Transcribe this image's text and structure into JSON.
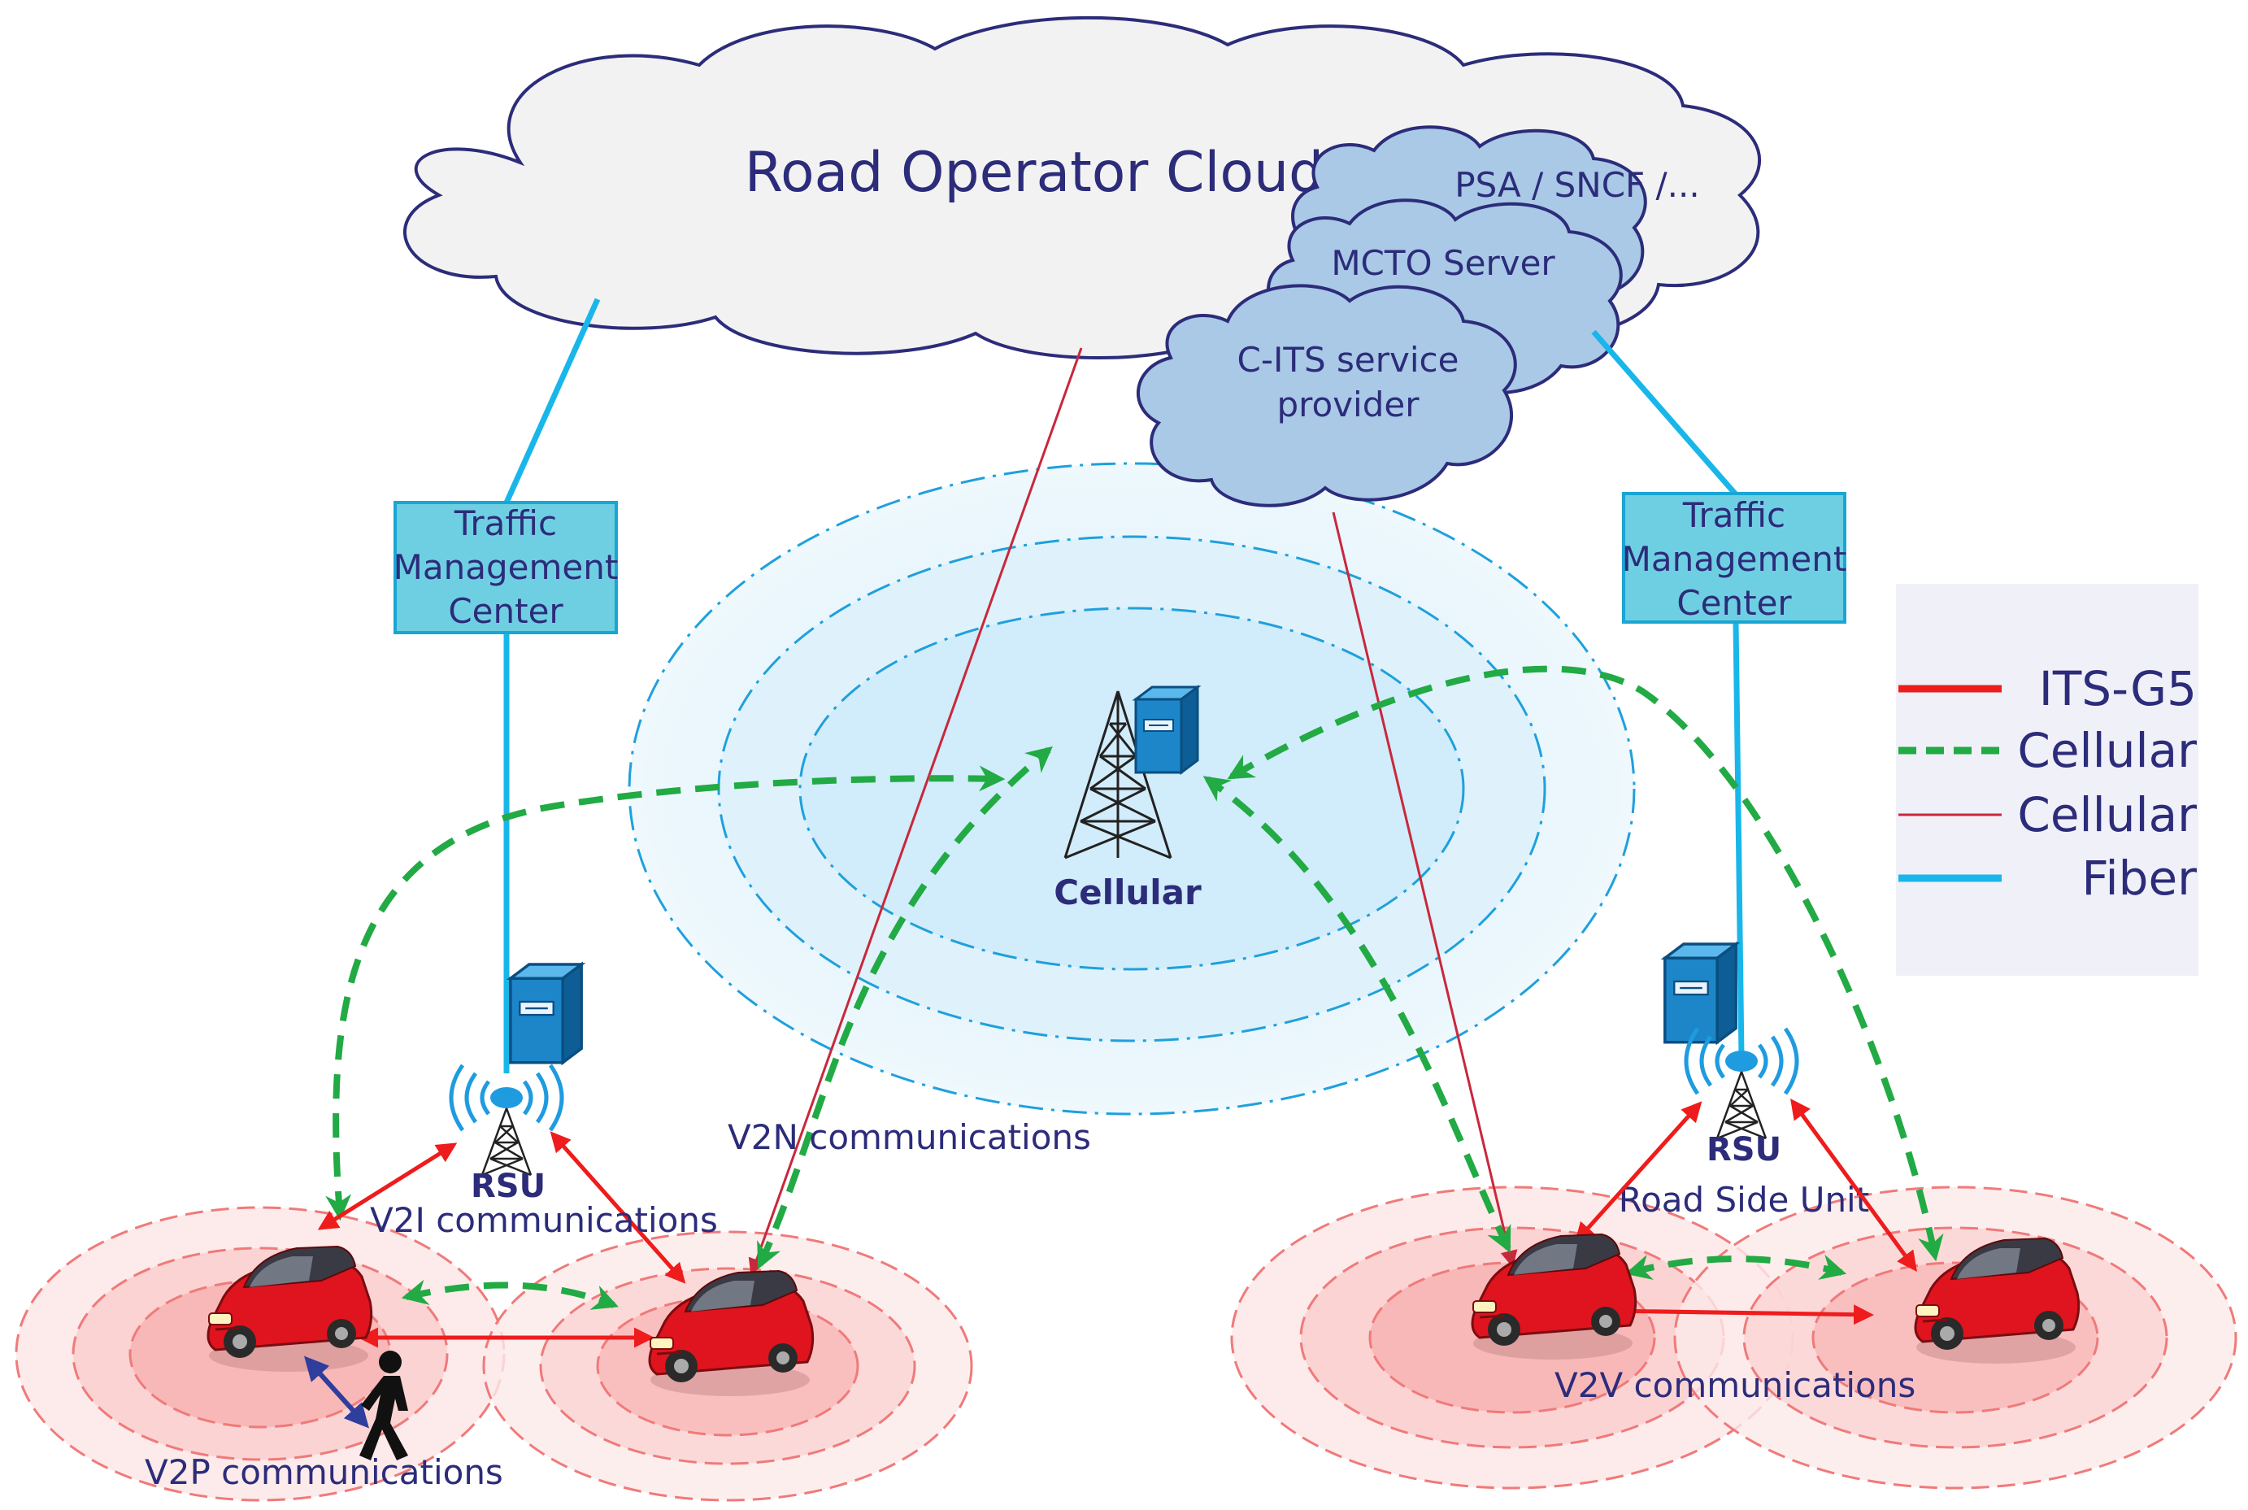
{
  "cloud": {
    "main_title": "Road Operator Cloud",
    "sub_clouds": [
      "PSA / SNCF /...",
      "MCTO Server"
    ],
    "cits_line1": "C-ITS service",
    "cits_line2": "provider"
  },
  "tmc_left": [
    "Traffic",
    "Management",
    "Center"
  ],
  "tmc_right": [
    "Traffic",
    "Management",
    "Center"
  ],
  "labels": {
    "cellular_tower": "Cellular",
    "rsu_left": "RSU",
    "rsu_right": "RSU",
    "road_side_unit": "Road Side Unit",
    "v2n": "V2N communications",
    "v2i": "V2I communications",
    "v2p": "V2P communications",
    "v2v": "V2V communications"
  },
  "legend": [
    {
      "label": "ITS-G5",
      "color": "#ee1c1c",
      "style": "solid-thick"
    },
    {
      "label": "Cellular",
      "color": "#22aa44",
      "style": "dashed"
    },
    {
      "label": "Cellular",
      "color": "#c8283c",
      "style": "solid-thin"
    },
    {
      "label": "Fiber",
      "color": "#19b6ea",
      "style": "solid-thick"
    }
  ],
  "colors": {
    "text": "#2c2c7a",
    "cloud_grey": "#f2f2f2",
    "cloud_blue": "#a9c9e6",
    "tmc_box": "#6fcfe2",
    "its_g5": "#ee1c1c",
    "cellular_dashed": "#22aa44",
    "cellular_thin": "#c8283c",
    "fiber": "#19b6ea",
    "v2p": "#2f3d9c"
  }
}
